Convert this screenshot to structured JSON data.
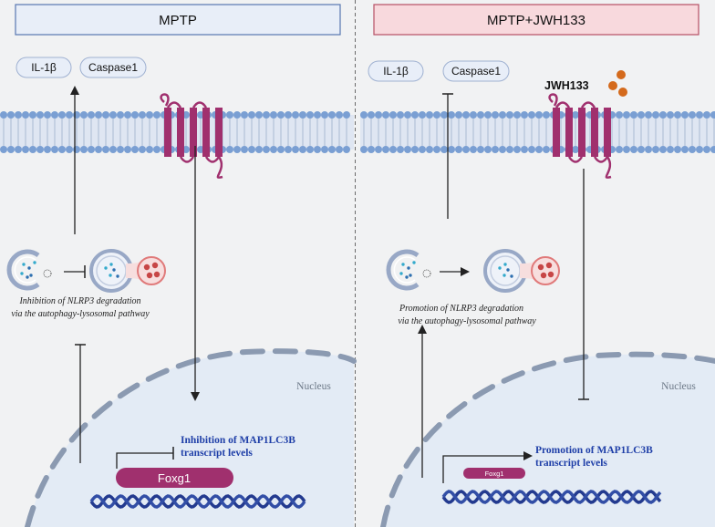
{
  "left": {
    "title": "MPTP",
    "pill_il1b": "IL-1β",
    "pill_caspase": "Caspase1",
    "autophagy_line1": "Inhibition of NLRP3 degradation",
    "autophagy_line2": "via the autophagy-lysosomal pathway",
    "nucleus_label": "Nucleus",
    "gene_label": "Foxg1",
    "transcript_line1": "Inhibition of MAP1LC3B",
    "transcript_line2": "transcript levels"
  },
  "right": {
    "title": "MPTP+JWH133",
    "pill_il1b": "IL-1β",
    "pill_caspase": "Caspase1",
    "ligand_label": "JWH133",
    "autophagy_line1": "Promotion of NLRP3 degradation",
    "autophagy_line2": "via the autophagy-lysosomal pathway",
    "nucleus_label": "Nucleus",
    "gene_label": "Foxg1",
    "transcript_line1": "Promotion of MAP1LC3B",
    "transcript_line2": "transcript levels"
  },
  "colors": {
    "left_title_bg": "#e8eef8",
    "right_title_bg": "#f8d9dd",
    "receptor": "#a0306e",
    "membrane_head": "#7a9fd3",
    "dna": "#233a8f",
    "nucleus": "#e3ebf5",
    "ligand": "#d46a1c",
    "annotation_text": "#1f3fa8"
  }
}
